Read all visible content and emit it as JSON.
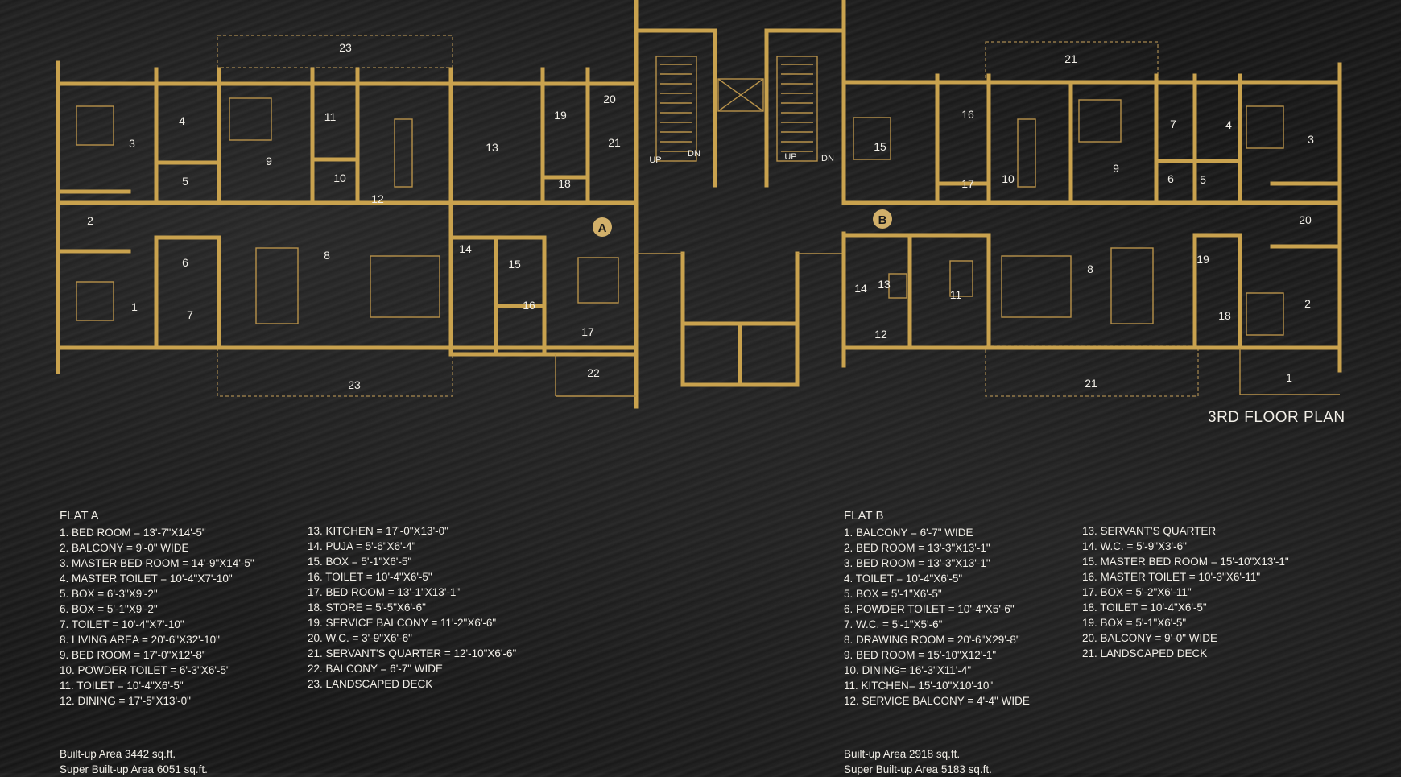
{
  "plan_title": "3RD FLOOR PLAN",
  "markers": {
    "a": "A",
    "b": "B"
  },
  "stair_labels": {
    "up": "UP",
    "dn": "DN"
  },
  "room_numbers": {
    "a": [
      "23",
      "4",
      "3",
      "11",
      "9",
      "5",
      "10",
      "12",
      "13",
      "19",
      "20",
      "21",
      "18",
      "2",
      "6",
      "8",
      "14",
      "15",
      "1",
      "7",
      "16",
      "17",
      "23",
      "22"
    ],
    "b": [
      "21",
      "16",
      "15",
      "7",
      "4",
      "3",
      "10",
      "9",
      "17",
      "6",
      "5",
      "20",
      "14",
      "13",
      "11",
      "8",
      "19",
      "2",
      "18",
      "12",
      "21",
      "1"
    ]
  },
  "flat_a": {
    "heading": "FLAT A",
    "items_left": [
      "1. BED ROOM = 13'-7\"X14'-5\"",
      "2. BALCONY = 9'-0\" WIDE",
      "3. MASTER BED ROOM = 14'-9\"X14'-5\"",
      "4. MASTER TOILET = 10'-4\"X7'-10\"",
      "5. BOX = 6'-3\"X9'-2\"",
      "6. BOX = 5'-1\"X9'-2\"",
      "7. TOILET = 10'-4\"X7'-10\"",
      "8. LIVING AREA = 20'-6\"X32'-10\"",
      "9. BED ROOM = 17'-0\"X12'-8\"",
      "10. POWDER TOILET = 6'-3\"X6'-5\"",
      "11. TOILET = 10'-4\"X6'-5\"",
      "12. DINING = 17'-5\"X13'-0\""
    ],
    "items_right": [
      "13. KITCHEN = 17'-0\"X13'-0\"",
      "14. PUJA = 5'-6\"X6'-4\"",
      "15. BOX = 5'-1\"X6'-5\"",
      "16. TOILET = 10'-4\"X6'-5\"",
      "17. BED ROOM = 13'-1\"X13'-1\"",
      "18. STORE = 5'-5\"X6'-6\"",
      "19. SERVICE BALCONY = 11'-2\"X6'-6\"",
      "20. W.C. = 3'-9\"X6'-6\"",
      "21. SERVANT'S QUARTER = 12'-10\"X6'-6\"",
      "22. BALCONY = 6'-7\" WIDE",
      "23. LANDSCAPED DECK"
    ],
    "built_up": "Built-up Area 3442 sq.ft.",
    "super_built_up": "Super Built-up Area 6051 sq.ft."
  },
  "flat_b": {
    "heading": "FLAT B",
    "items_left": [
      "1. BALCONY = 6'-7\" WIDE",
      "2. BED ROOM = 13'-3\"X13'-1\"",
      "3. BED ROOM = 13'-3\"X13'-1\"",
      "4. TOILET = 10'-4\"X6'-5\"",
      "5. BOX = 5'-1\"X6'-5\"",
      "6. POWDER TOILET = 10'-4\"X5'-6\"",
      "7. W.C. = 5'-1\"X5'-6\"",
      "8. DRAWING ROOM = 20'-6\"X29'-8\"",
      "9. BED ROOM = 15'-10\"X12'-1\"",
      "10. DINING= 16'-3\"X11'-4\"",
      "11. KITCHEN= 15'-10\"X10'-10\"",
      "12. SERVICE BALCONY = 4'-4\" WIDE"
    ],
    "items_right": [
      "13. SERVANT'S QUARTER",
      "14. W.C. = 5'-9\"X3'-6\"",
      "15. MASTER BED ROOM = 15'-10\"X13'-1\"",
      "16. MASTER TOILET = 10'-3\"X6'-11\"",
      "17. BOX = 5'-2\"X6'-11\"",
      "18. TOILET = 10'-4\"X6'-5\"",
      "19. BOX = 5'-1\"X6'-5\"",
      "20. BALCONY = 9'-0\" WIDE",
      "21. LANDSCAPED DECK"
    ],
    "built_up": "Built-up Area 2918 sq.ft.",
    "super_built_up": "Super Built-up Area 5183 sq.ft."
  }
}
